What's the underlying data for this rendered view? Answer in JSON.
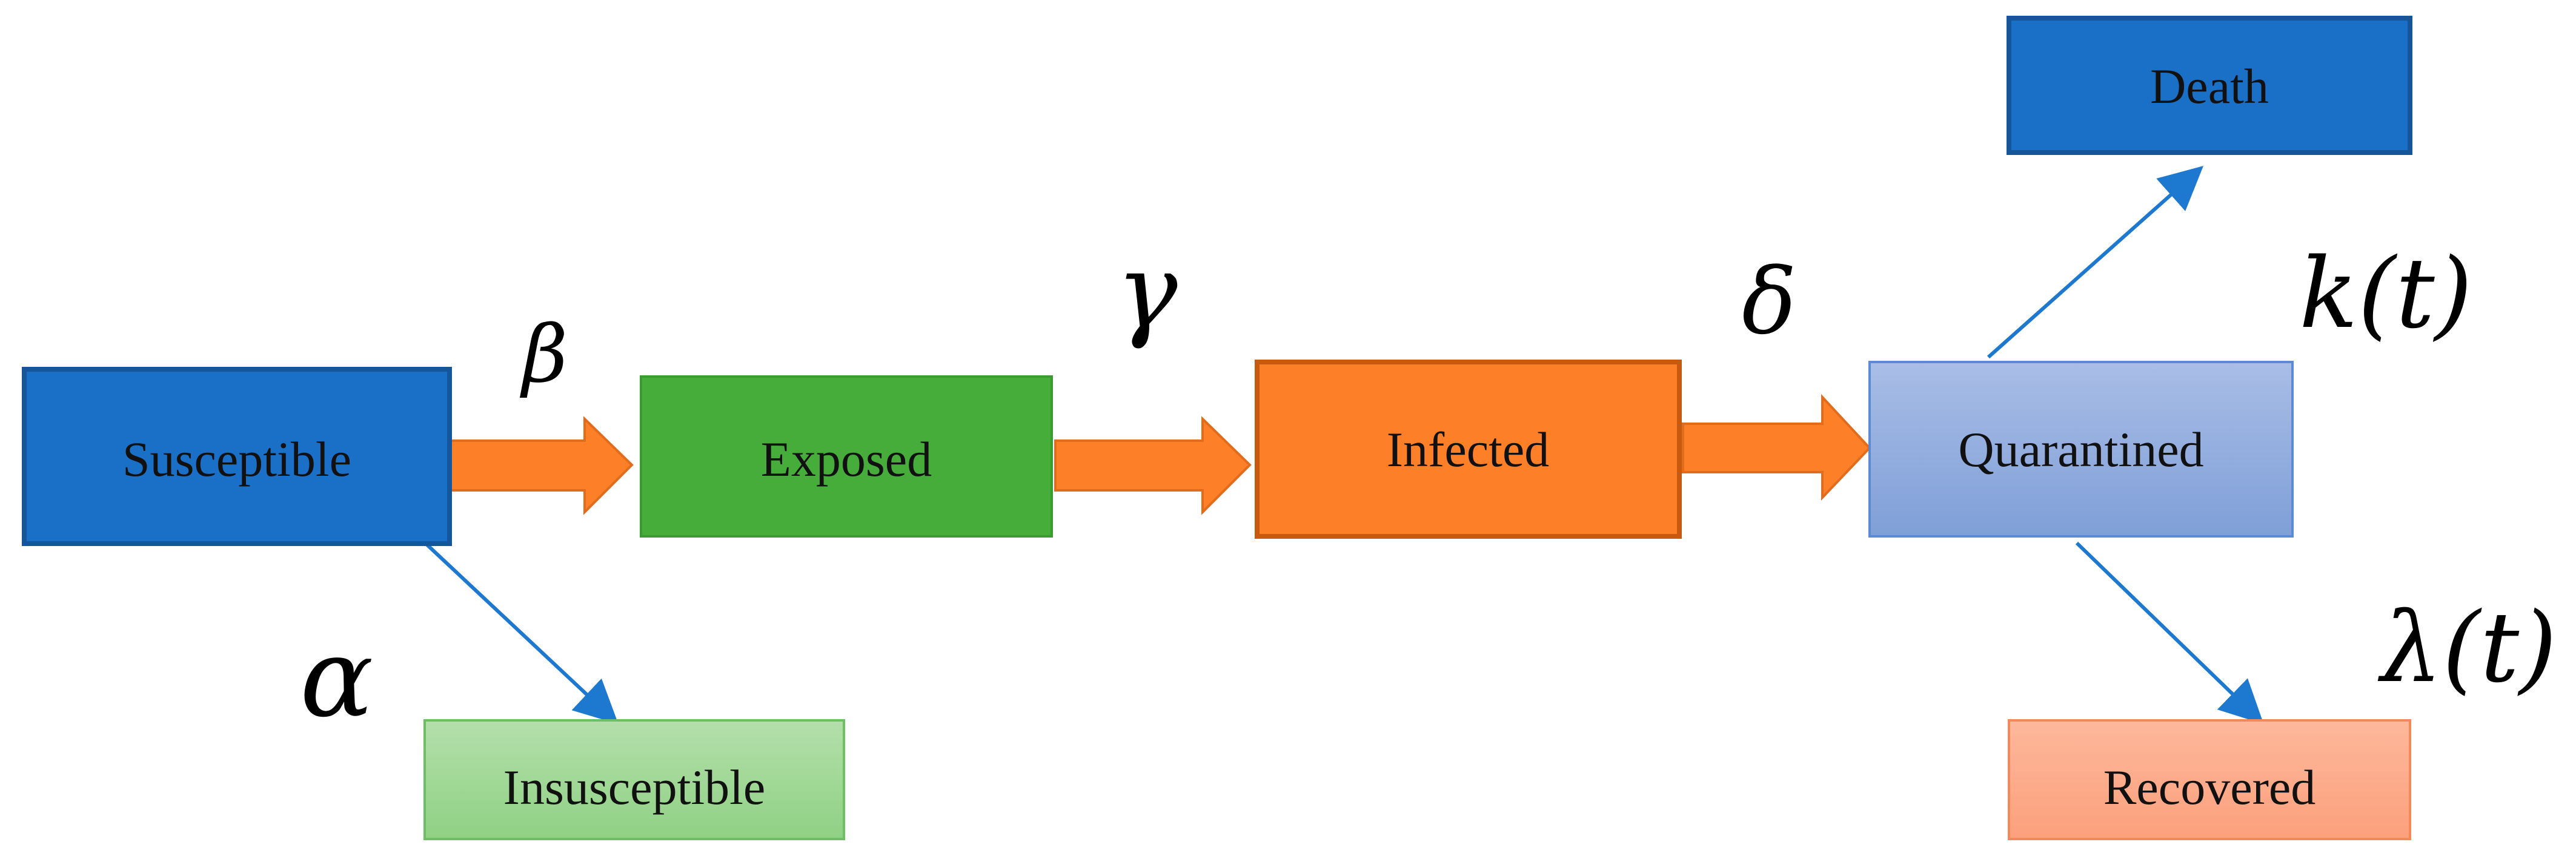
{
  "nodes": {
    "susceptible": {
      "label": "Susceptible",
      "fill": "#1a6fc7",
      "stroke": "#15559a"
    },
    "exposed": {
      "label": "Exposed",
      "fill": "#46ad3b",
      "stroke": "#3b9a31"
    },
    "infected": {
      "label": "Infected",
      "fill": "#fd7f28",
      "stroke": "#c85a10"
    },
    "quarantined": {
      "label": "Quarantined",
      "fill": "#8eaadb",
      "stroke": "#5b8bd6"
    },
    "death": {
      "label": "Death",
      "fill": "#1a6fc7",
      "stroke": "#15559a"
    },
    "recovered": {
      "label": "Recovered",
      "fill": "#fdad8e",
      "stroke": "#f08a5d"
    },
    "insusceptible": {
      "label": "Insusceptible",
      "fill": "#a9d8a0",
      "stroke": "#6cc063"
    }
  },
  "parameters": {
    "alpha": "α",
    "beta": "β",
    "gamma": "γ",
    "delta": "δ",
    "k_t": "k(t)",
    "lambda_t": "λ(t)"
  },
  "colors": {
    "block_arrow": "#fd7f28",
    "block_arrow_stroke": "#e06c1c",
    "thin_arrow": "#1d79d0"
  }
}
